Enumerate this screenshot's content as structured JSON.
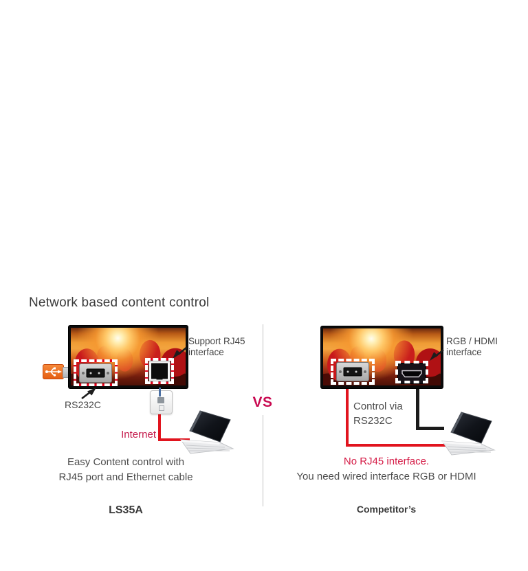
{
  "heading": "Network based content control",
  "vs_label": "VS",
  "colors": {
    "accent_pink": "#c90a51",
    "internet_pink": "#c41a4b",
    "no_rj45_red": "#d41a45",
    "cable_red": "#e1141e",
    "cable_black": "#1b1b1b",
    "dash_highlight_red": "#e3001b",
    "text_dark": "#3a3a3a",
    "text_gray": "#4d4d4d"
  },
  "left": {
    "support_label_line1": "Support RJ45",
    "support_label_line2": "interface",
    "rs232c_label": "RS232C",
    "internet_label": "Internet",
    "caption_line1": "Easy Content control with",
    "caption_line2": "RJ45 port and Ethernet cable",
    "model": "LS35A"
  },
  "right": {
    "interface_label_line1": "RGB / HDMI",
    "interface_label_line2": "interface",
    "control_label_line1": "Control via",
    "control_label_line2": "RS232C",
    "caption_line1": "No RJ45 interface.",
    "caption_line2": "You need wired interface RGB or HDMI",
    "model": "Competitor’s"
  }
}
